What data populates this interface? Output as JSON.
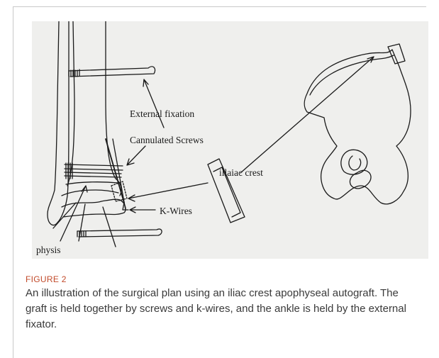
{
  "figure": {
    "label": "FIGURE 2",
    "caption": "An illustration of the surgical plan using an iliac crest apophyseal autograft. The graft is held together by screws and k-wires, and the ankle is held by the external fixator."
  },
  "illustration": {
    "labels": {
      "external_fixation": "External fixation",
      "cannulated_screws": "Cannulated Screws",
      "iliac_crest": "illaiac crest",
      "k_wires": "K-Wires",
      "physis": "physis"
    }
  },
  "colors": {
    "figure_label": "#c24a2a",
    "caption_text": "#3a3a3a",
    "ink": "#1a1a1a",
    "photo_background": "#efefed"
  }
}
